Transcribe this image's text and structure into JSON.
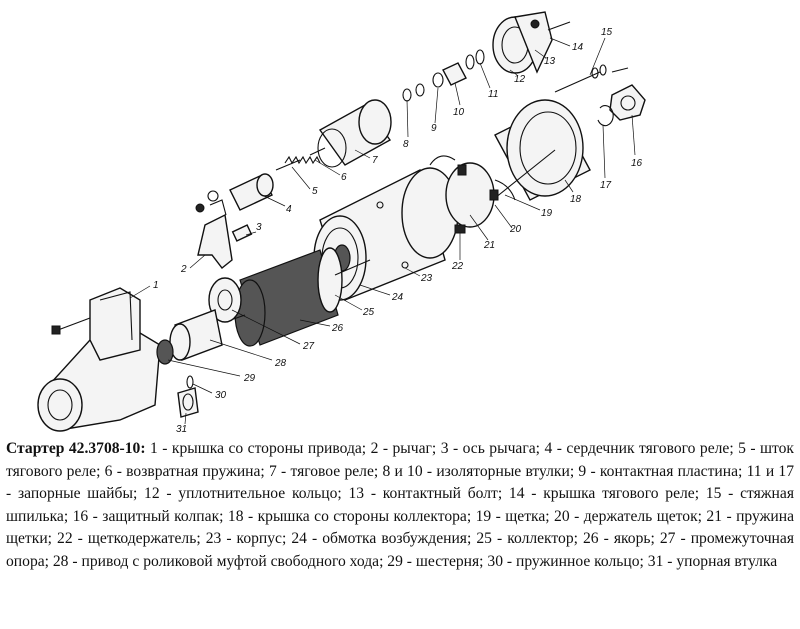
{
  "caption": {
    "title": "Стартер 42.3708-10:",
    "text": " 1 - крышка со стороны привода; 2 - рычаг; 3 - ось рычага; 4 - сердечник тягового реле; 5 - шток тягового реле; 6 - возвратная пружина; 7 - тяговое реле; 8 и 10 - изоляторные втулки; 9 - контактная пластина; 11 и 17 - запорные шайбы; 12 - уплотнительное кольцо; 13 - контактный болт; 14 - крышка тягового реле; 15 - стяжная шпилька; 16 - защитный колпак; 18 - крышка со стороны коллектора; 19 - щетка; 20 - держатель щеток; 21 - пружина щетки; 22 - щеткодержатель; 23 - корпус; 24 - обмотка возбуждения; 25 - коллектор; 26 - якорь; 27 - промежуточная опора; 28 - привод с роликовой муфтой свободного хода; 29 - шестерня; 30 - пружинное кольцо; 31 - упорная втулка"
  },
  "callouts": [
    "1",
    "2",
    "3",
    "4",
    "5",
    "6",
    "7",
    "8",
    "9",
    "10",
    "11",
    "12",
    "13",
    "14",
    "15",
    "16",
    "17",
    "18",
    "19",
    "20",
    "21",
    "22",
    "23",
    "24",
    "25",
    "26",
    "27",
    "28",
    "29",
    "30",
    "31"
  ]
}
